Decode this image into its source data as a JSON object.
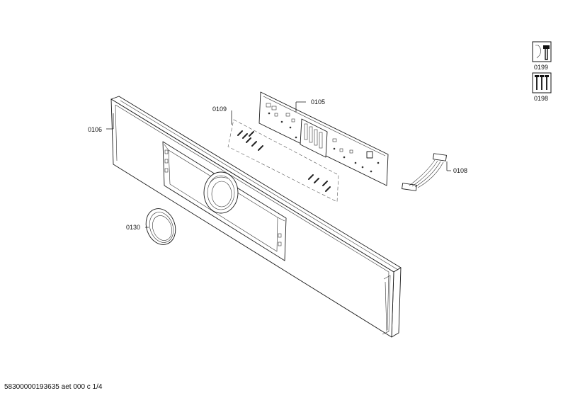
{
  "parts": {
    "p0105": "0105",
    "p0106": "0106",
    "p0108": "0108",
    "p0109": "0109",
    "p0130": "0130",
    "p0198": "0198",
    "p0199": "0199"
  },
  "icons": {
    "tools": "wrench-screwdriver-icon",
    "screws": "screws-icon"
  },
  "footer": {
    "document_code": "58300000193635 aet 000 c 1/4"
  }
}
